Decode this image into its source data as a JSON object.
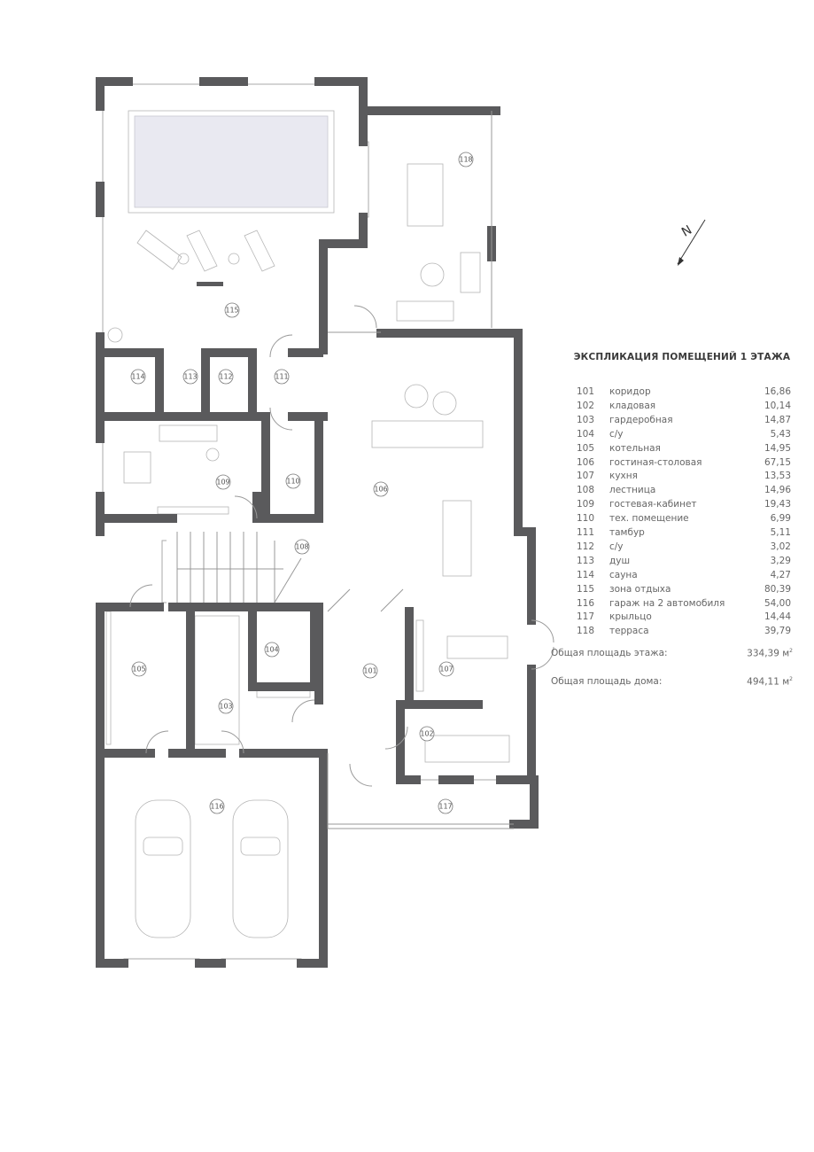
{
  "legend": {
    "title": "ЭКСПЛИКАЦИЯ ПОМЕЩЕНИЙ 1 ЭТАЖА",
    "rooms": [
      {
        "num": "101",
        "name": "коридор",
        "area": "16,86"
      },
      {
        "num": "102",
        "name": "кладовая",
        "area": "10,14"
      },
      {
        "num": "103",
        "name": "гардеробная",
        "area": "14,87"
      },
      {
        "num": "104",
        "name": "с/у",
        "area": "5,43"
      },
      {
        "num": "105",
        "name": "котельная",
        "area": "14,95"
      },
      {
        "num": "106",
        "name": "гостиная-столовая",
        "area": "67,15"
      },
      {
        "num": "107",
        "name": "кухня",
        "area": "13,53"
      },
      {
        "num": "108",
        "name": "лестница",
        "area": "14,96"
      },
      {
        "num": "109",
        "name": "гостевая-кабинет",
        "area": "19,43"
      },
      {
        "num": "110",
        "name": "тех. помещение",
        "area": "6,99"
      },
      {
        "num": "111",
        "name": "тамбур",
        "area": "5,11"
      },
      {
        "num": "112",
        "name": "с/у",
        "area": "3,02"
      },
      {
        "num": "113",
        "name": "душ",
        "area": "3,29"
      },
      {
        "num": "114",
        "name": "сауна",
        "area": "4,27"
      },
      {
        "num": "115",
        "name": "зона отдыха",
        "area": "80,39"
      },
      {
        "num": "116",
        "name": "гараж на 2 автомобиля",
        "area": "54,00"
      },
      {
        "num": "117",
        "name": "крыльцо",
        "area": "14,44"
      },
      {
        "num": "118",
        "name": "терраса",
        "area": "39,79"
      }
    ],
    "floor_total_label": "Общая площадь этажа:",
    "floor_total_value": "334,39 м",
    "house_total_label": "Общая площадь дома:",
    "house_total_value": "494,11 м",
    "unit_sup": "2"
  },
  "north_label": "N",
  "colors": {
    "wall": "#5a5a5c",
    "pool": "#e9e9f1"
  }
}
